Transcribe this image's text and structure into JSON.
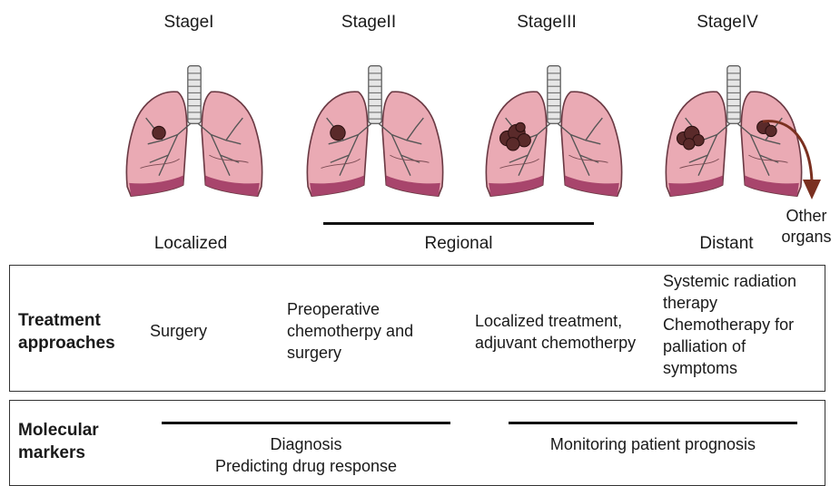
{
  "stages": [
    {
      "title": "StageI"
    },
    {
      "title": "StageII"
    },
    {
      "title": "StageIII"
    },
    {
      "title": "StageIV"
    }
  ],
  "categories": {
    "localized": "Localized",
    "regional": "Regional",
    "distant": "Distant",
    "other_organs": "Other\norgans"
  },
  "treatment": {
    "label": "Treatment\napproaches",
    "stage1": "Surgery",
    "stage2": "Preoperative\nchemotherpy and\nsurgery",
    "stage3": "Localized treatment,\nadjuvant chemotherpy",
    "stage4": "Systemic radiation\ntherapy\nChemotherapy for\npalliation of\nsymptoms"
  },
  "markers": {
    "label": "Molecular\nmarkers",
    "early": "Diagnosis\nPredicting drug response",
    "late": "Monitoring patient prognosis"
  },
  "colors": {
    "lung_fill": "#e8a9b3",
    "lung_stroke": "#6b3a44",
    "lung_base": "#a3456a",
    "trachea": "#dddddd",
    "tumor": "#5a2a2a",
    "arrow": "#7a3020"
  }
}
